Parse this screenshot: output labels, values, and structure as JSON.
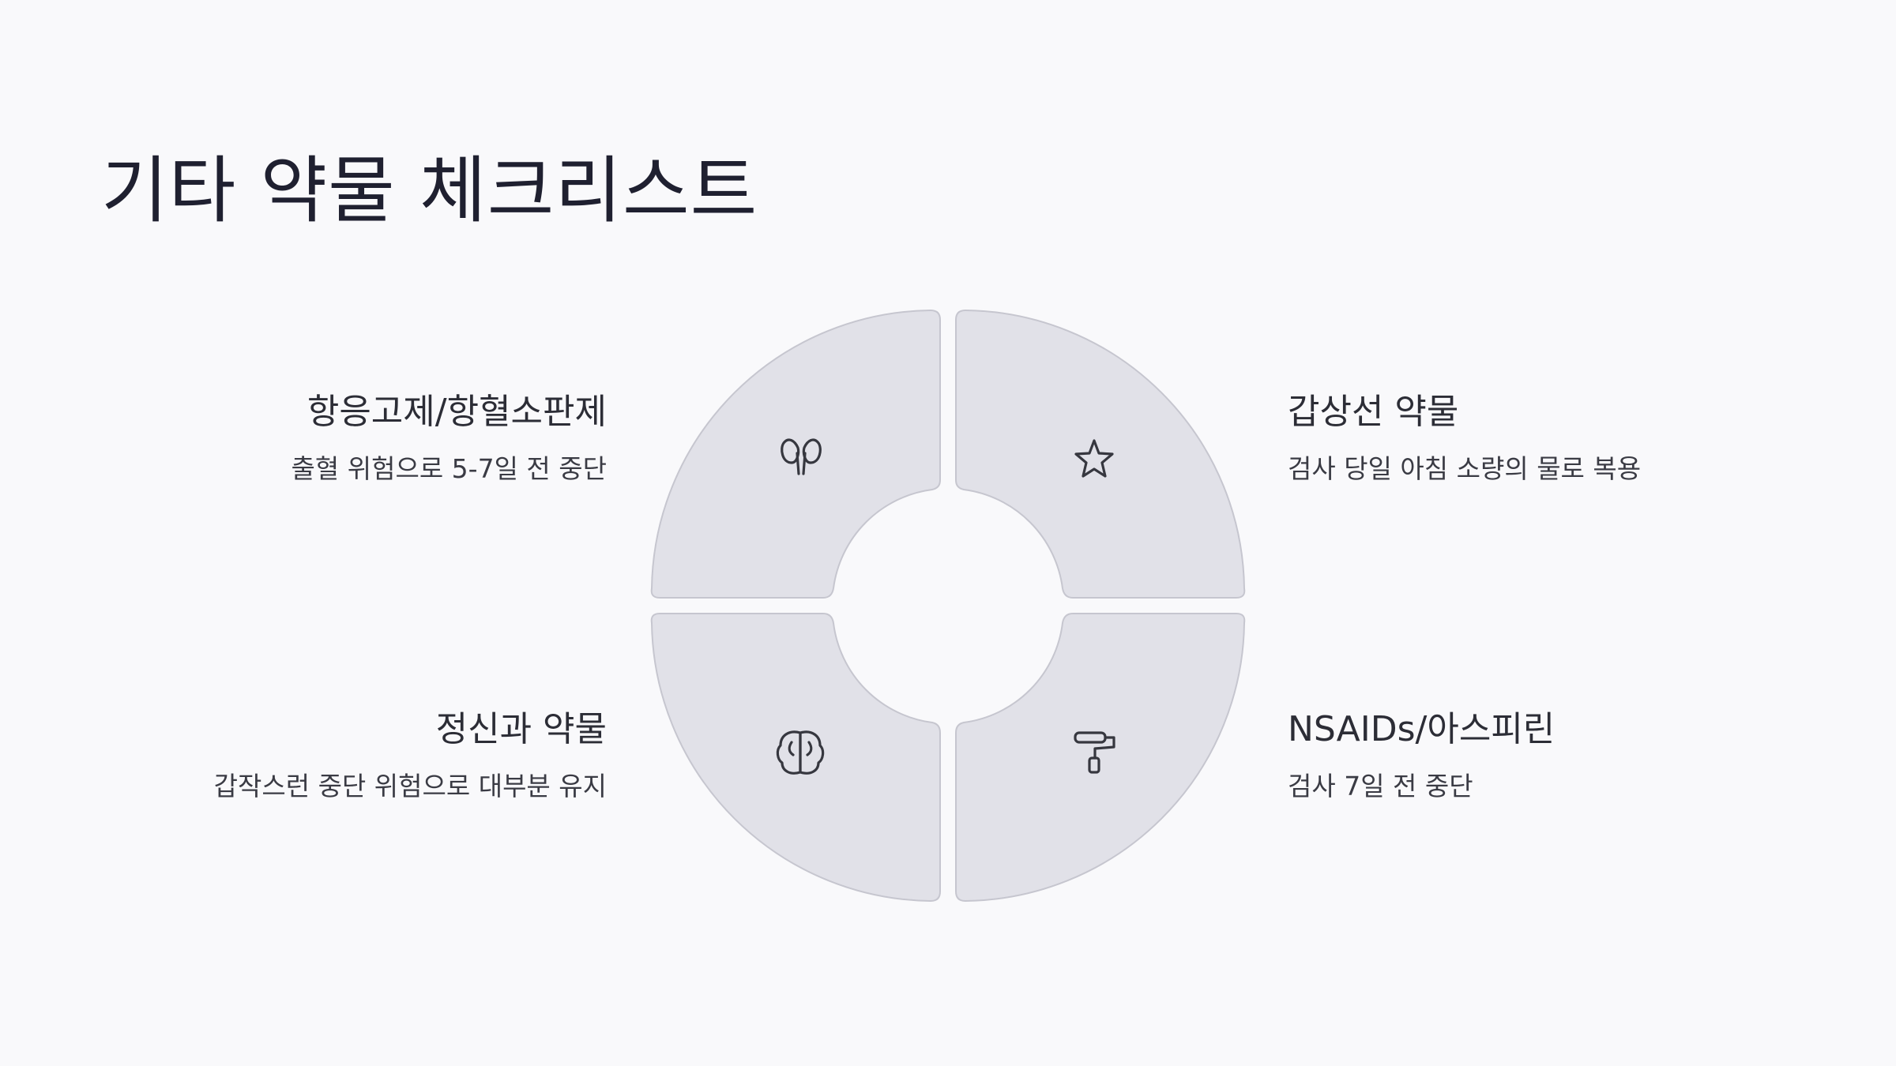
{
  "title": "기타 약물 체크리스트",
  "items": [
    {
      "title": "항응고제/항혈소판제",
      "description": "출혈 위험으로 5-7일 전 중단",
      "icon": "kidneys-icon"
    },
    {
      "title": "갑상선 약물",
      "description": "검사 당일 아침 소량의 물로 복용",
      "icon": "star-icon"
    },
    {
      "title": "정신과 약물",
      "description": "갑작스런 중단 위험으로 대부분 유지",
      "icon": "brain-icon"
    },
    {
      "title": "NSAIDs/아스피린",
      "description": "검사 7일 전 중단",
      "icon": "paint-roller-icon"
    }
  ],
  "colors": {
    "background": "#f9f9fb",
    "segment_fill": "#e1e1e8",
    "segment_stroke": "#c6c6cf",
    "text": "#22232c"
  }
}
